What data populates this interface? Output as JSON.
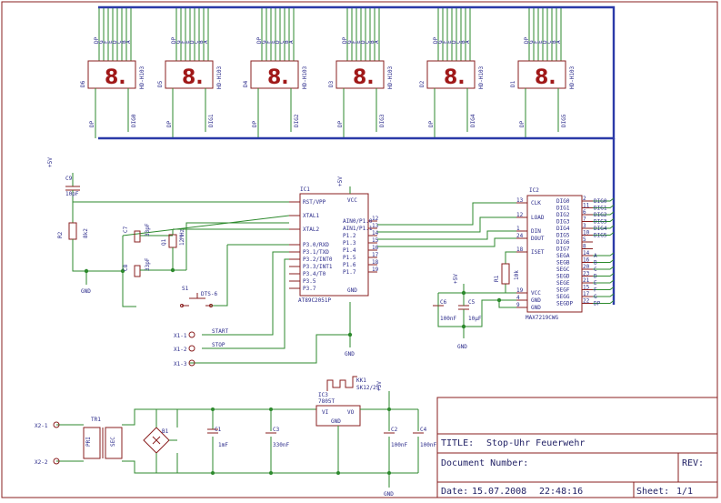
{
  "displays": [
    {
      "ref": "D6",
      "type": "HD-H103",
      "dig": "DIG0"
    },
    {
      "ref": "D5",
      "type": "HD-H103",
      "dig": "DIG1"
    },
    {
      "ref": "D4",
      "type": "HD-H103",
      "dig": "DIG2"
    },
    {
      "ref": "D3",
      "type": "HD-H103",
      "dig": "DIG3"
    },
    {
      "ref": "D2",
      "type": "HD-H103",
      "dig": "DIG4"
    },
    {
      "ref": "D1",
      "type": "HD-H103",
      "dig": "DIG5"
    }
  ],
  "display_glyph": "8.",
  "mcu": {
    "ref": "IC1",
    "part": "AT89C2051P",
    "vcc": "VCC",
    "gnd": "GND",
    "left_pins": [
      "RST/VPP",
      "XTAL1",
      "XTAL2",
      "P3.0/RXD",
      "P3.1/TXD",
      "P3.2/INT0",
      "P3.3/INT1",
      "P3.4/T0",
      "P3.5",
      "P3.7"
    ],
    "right_pins": [
      "AIN0/P1.0",
      "AIN1/P1.1",
      "P1.2",
      "P1.3",
      "P1.4",
      "P1.5",
      "P1.6",
      "P1.7"
    ],
    "right_nums": [
      "12",
      "13",
      "14",
      "15",
      "16",
      "17",
      "18",
      "19"
    ]
  },
  "driver": {
    "ref": "IC2",
    "part": "MAX7219CWG",
    "left_pins": [
      "CLK",
      "LOAD",
      "DIN",
      "DOUT",
      "ISET",
      "VCC",
      "GND",
      "GND"
    ],
    "left_nums": [
      "13",
      "12",
      "1",
      "24",
      "18",
      "19",
      "4",
      "9"
    ],
    "right_pins": [
      "DIG0",
      "DIG1",
      "DIG2",
      "DIG3",
      "DIG4",
      "DIG5",
      "DIG6",
      "DIG7",
      "SEGA",
      "SEGB",
      "SEGC",
      "SEGD",
      "SEGE",
      "SEGF",
      "SEGG",
      "SEGDP"
    ],
    "right_nums": [
      "2",
      "11",
      "6",
      "7",
      "3",
      "10",
      "5",
      "8",
      "14",
      "16",
      "20",
      "23",
      "21",
      "15",
      "17",
      "22"
    ],
    "right_nets": [
      "DIG0",
      "DIG1",
      "DIG2",
      "DIG3",
      "DIG4",
      "DIG5",
      "",
      "",
      "A",
      "B",
      "C",
      "D",
      "E",
      "F",
      "G",
      "DP"
    ]
  },
  "components": {
    "c9": {
      "ref": "C9",
      "value": "10pF"
    },
    "r2": {
      "ref": "R2",
      "value": "8k2"
    },
    "c7": {
      "ref": "C7",
      "value": "33pF"
    },
    "c8": {
      "ref": "C8",
      "value": "33pF"
    },
    "q1": {
      "ref": "Q1",
      "value": "12MHz"
    },
    "s1": {
      "ref": "S1",
      "value": "DTS-6"
    },
    "r1": {
      "ref": "R1",
      "value": "10k"
    },
    "c6": {
      "ref": "C6",
      "value": "100nF"
    },
    "c5": {
      "ref": "C5",
      "value": "10µF"
    },
    "tr1": {
      "ref": "TR1",
      "pri": "PRI",
      "sec": "SEC"
    },
    "b1": {
      "ref": "B1"
    },
    "c1": {
      "ref": "C1",
      "value": "1mF"
    },
    "c3": {
      "ref": "C3",
      "value": "330nF"
    },
    "ic3": {
      "ref": "IC3",
      "part": "7805T",
      "vi": "VI",
      "vo": "VO",
      "gnd": "GND"
    },
    "kk1": {
      "ref": "KK1",
      "part": "SK12/25"
    },
    "c2": {
      "ref": "C2",
      "value": "100nF"
    },
    "c4": {
      "ref": "C4",
      "value": "100nF"
    }
  },
  "connectors": [
    {
      "ref": "X1-1",
      "net": "START"
    },
    {
      "ref": "X1-2",
      "net": "STOP"
    },
    {
      "ref": "X1-3",
      "net": ""
    },
    {
      "ref": "X2-1",
      "net": ""
    },
    {
      "ref": "X2-2",
      "net": ""
    }
  ],
  "supply": "+5V",
  "ground": "GND",
  "title_block": {
    "title_label": "TITLE:",
    "title_value": "Stop-Uhr Feuerwehr",
    "docnum_label": "Document Number:",
    "rev_label": "REV:",
    "date_label": "Date:",
    "date_value": "15.07.2008",
    "time_value": "22:48:16",
    "sheet_label": "Sheet:",
    "sheet_value": "1/1"
  },
  "colors": {
    "wire": "#2d8a2d",
    "component": "#8a1f1f",
    "bus": "#2b3aa8",
    "text": "#2a2a8a"
  }
}
